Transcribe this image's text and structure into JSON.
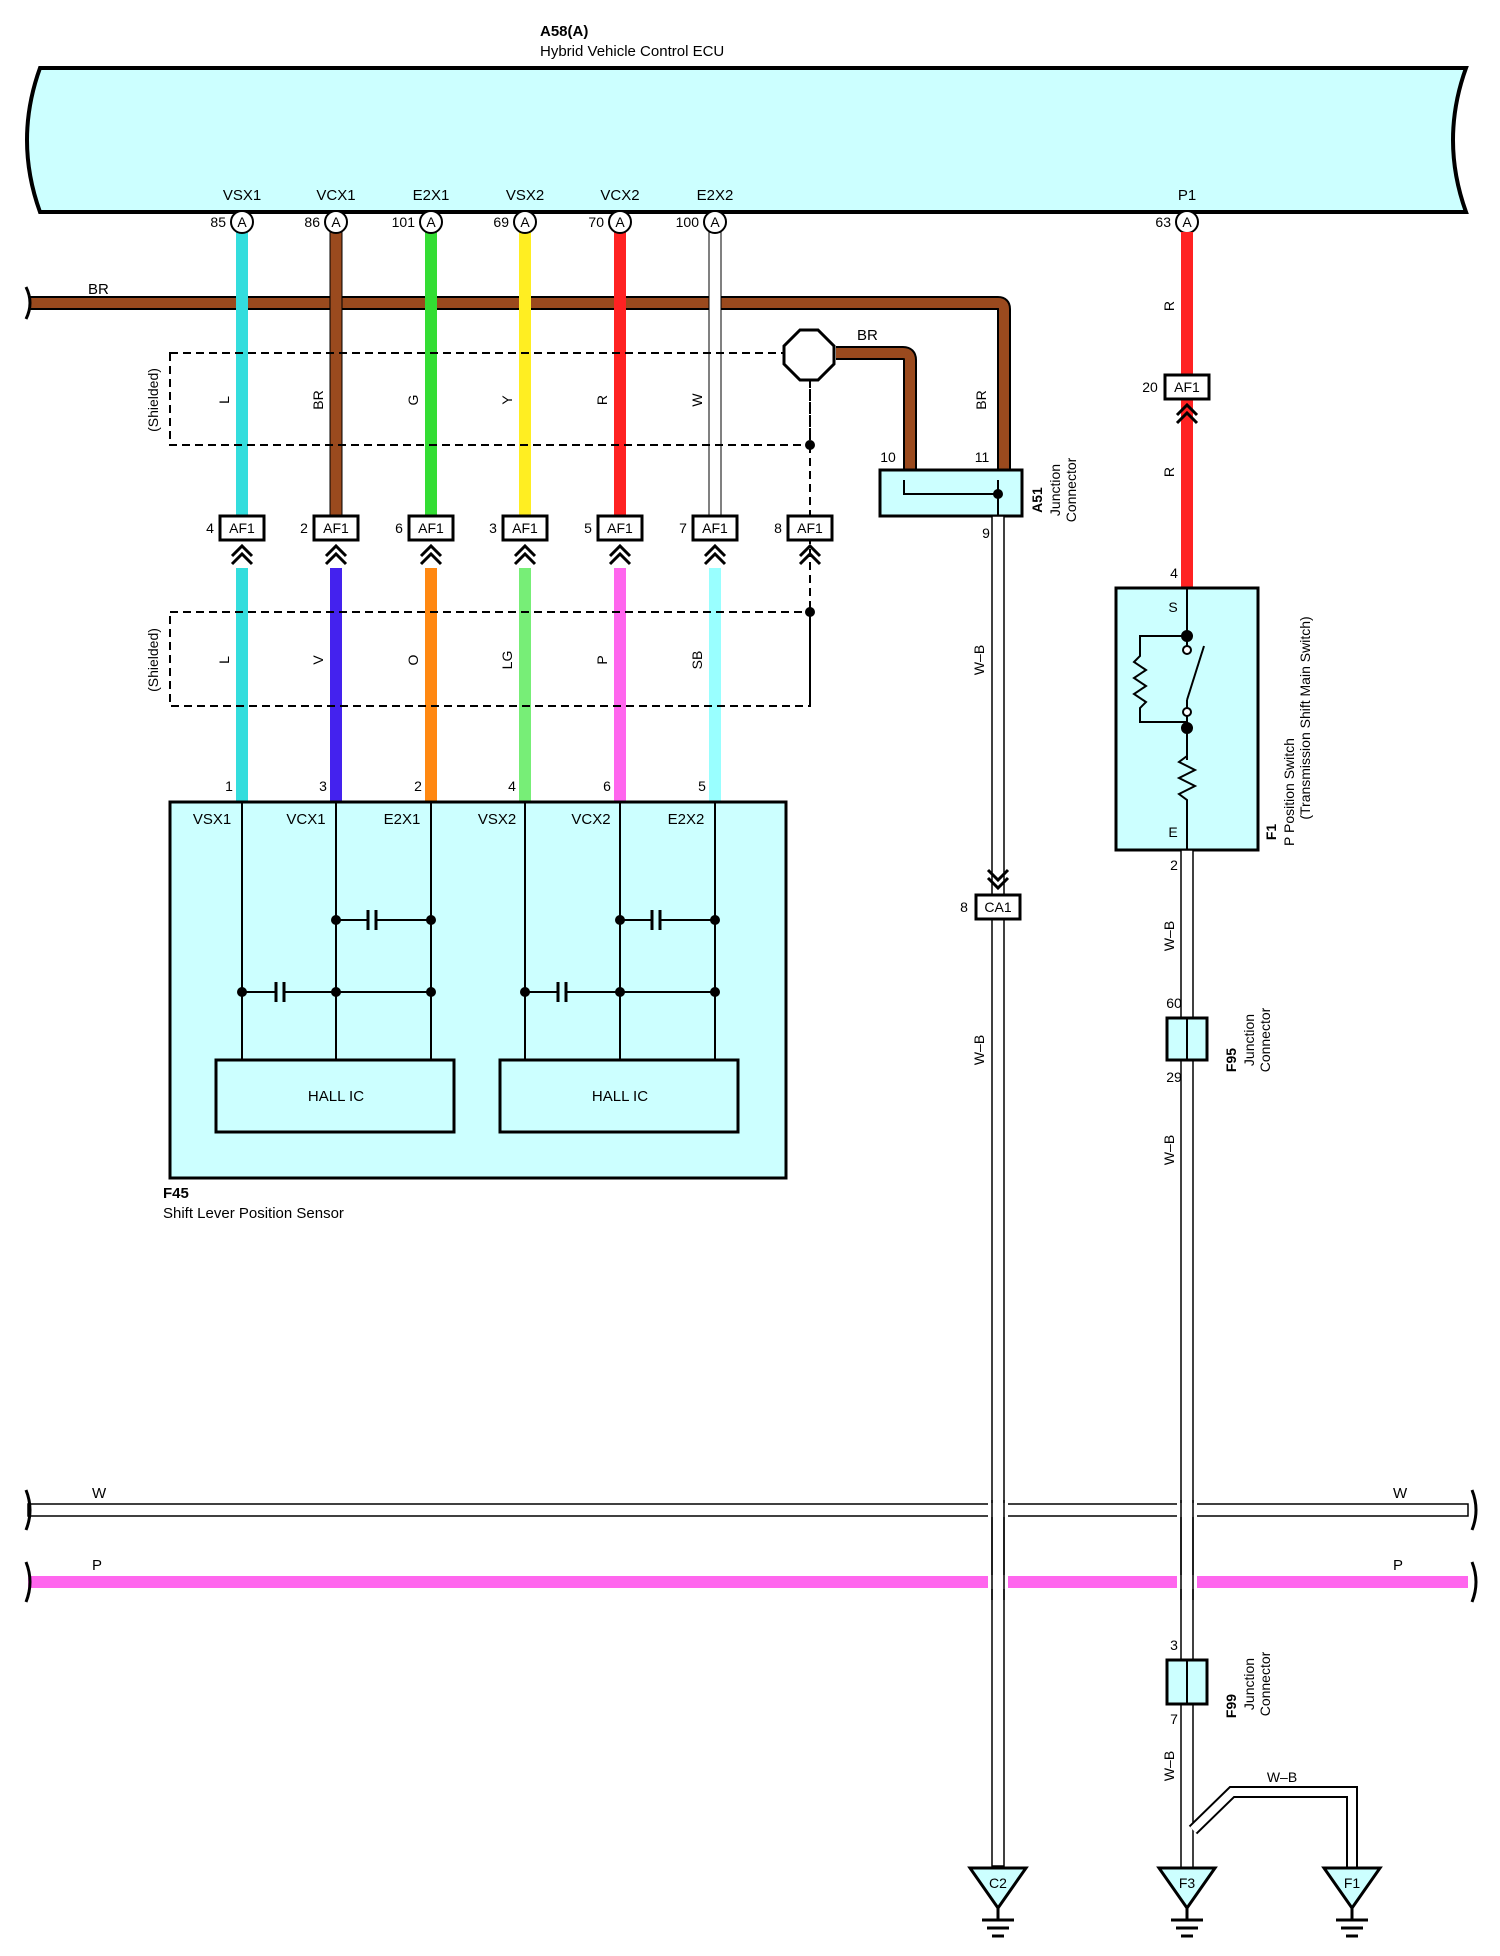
{
  "ecu": {
    "code": "A58(A)",
    "name": "Hybrid Vehicle Control ECU",
    "terminals": [
      {
        "name": "VSX1",
        "pin": "85",
        "conn": "A"
      },
      {
        "name": "VCX1",
        "pin": "86",
        "conn": "A"
      },
      {
        "name": "E2X1",
        "pin": "101",
        "conn": "A"
      },
      {
        "name": "VSX2",
        "pin": "69",
        "conn": "A"
      },
      {
        "name": "VCX2",
        "pin": "70",
        "conn": "A"
      },
      {
        "name": "E2X2",
        "pin": "100",
        "conn": "A"
      },
      {
        "name": "P1",
        "pin": "63",
        "conn": "A"
      }
    ]
  },
  "colors": {
    "ecu_fill": "#ccffff",
    "L": "#33dddd",
    "BR": "#9a4a1e",
    "G": "#33dd33",
    "Y": "#ffee22",
    "R": "#ff2222",
    "W": "#ffffff",
    "V": "#4422ee",
    "O": "#ff8811",
    "LG": "#77ee77",
    "P": "#ff66ee",
    "SB": "#99ffff",
    "WB": "#ffffff"
  },
  "bus": {
    "br_label": "BR",
    "br_label_2": "BR",
    "w_label_left": "W",
    "w_label_right": "W",
    "p_label_left": "P",
    "p_label_right": "P"
  },
  "shield": {
    "label_top": "(Shielded)",
    "label_bottom": "(Shielded)",
    "upper_wire_colors": [
      "L",
      "BR",
      "G",
      "Y",
      "R",
      "W"
    ],
    "lower_wire_colors": [
      "L",
      "V",
      "O",
      "LG",
      "P",
      "SB"
    ]
  },
  "af1_connectors": [
    {
      "pin": "4",
      "label": "AF1"
    },
    {
      "pin": "2",
      "label": "AF1"
    },
    {
      "pin": "6",
      "label": "AF1"
    },
    {
      "pin": "3",
      "label": "AF1"
    },
    {
      "pin": "5",
      "label": "AF1"
    },
    {
      "pin": "7",
      "label": "AF1"
    },
    {
      "pin": "8",
      "label": "AF1"
    }
  ],
  "af1_p1": {
    "pin": "20",
    "label": "AF1",
    "wire_top": "R",
    "wire_bottom": "R"
  },
  "a51": {
    "code": "A51",
    "name_line1": "Junction",
    "name_line2": "Connector",
    "pin_in1": "10",
    "pin_in2": "11",
    "pin_out": "9",
    "wire_br": "BR",
    "wire_out": "W–B"
  },
  "ca1": {
    "pin": "8",
    "label": "CA1",
    "wire_below": "W–B"
  },
  "sensor": {
    "code": "F45",
    "name": "Shift Lever Position Sensor",
    "terminals": [
      {
        "name": "VSX1",
        "pin": "1"
      },
      {
        "name": "VCX1",
        "pin": "3"
      },
      {
        "name": "E2X1",
        "pin": "2"
      },
      {
        "name": "VSX2",
        "pin": "4"
      },
      {
        "name": "VCX2",
        "pin": "6"
      },
      {
        "name": "E2X2",
        "pin": "5"
      }
    ],
    "hall_ic_1": "HALL IC",
    "hall_ic_2": "HALL IC"
  },
  "f1": {
    "code": "F1",
    "name_line1": "P Position Switch",
    "name_line2": "(Transmission Shift Main Switch)",
    "pin_top": "4",
    "pin_bottom": "2",
    "term_s": "S",
    "term_e": "E",
    "wire_below": "W–B"
  },
  "f95": {
    "code": "F95",
    "name_line1": "Junction",
    "name_line2": "Connector",
    "pin_top": "60",
    "pin_bottom": "29",
    "wire_below": "W–B"
  },
  "f99": {
    "code": "F99",
    "name_line1": "Junction",
    "name_line2": "Connector",
    "pin_top": "3",
    "pin_bottom": "7",
    "wire_below": "W–B",
    "wire_branch": "W–B"
  },
  "grounds": [
    {
      "label": "C2"
    },
    {
      "label": "F3"
    },
    {
      "label": "F1"
    }
  ]
}
